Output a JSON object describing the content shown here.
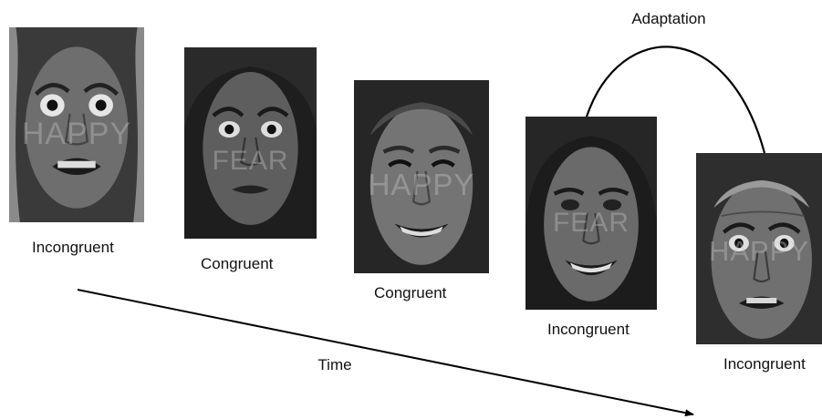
{
  "header": {
    "adaptation_label": "Adaptation"
  },
  "timeline": {
    "label": "Time"
  },
  "trials": [
    {
      "word": "HAPPY",
      "expression": "fear",
      "condition": "Incongruent"
    },
    {
      "word": "FEAR",
      "expression": "fear",
      "condition": "Congruent"
    },
    {
      "word": "HAPPY",
      "expression": "happy",
      "condition": "Congruent"
    },
    {
      "word": "FEAR",
      "expression": "happy",
      "condition": "Incongruent"
    },
    {
      "word": "HAPPY",
      "expression": "fear",
      "condition": "Incongruent"
    }
  ]
}
